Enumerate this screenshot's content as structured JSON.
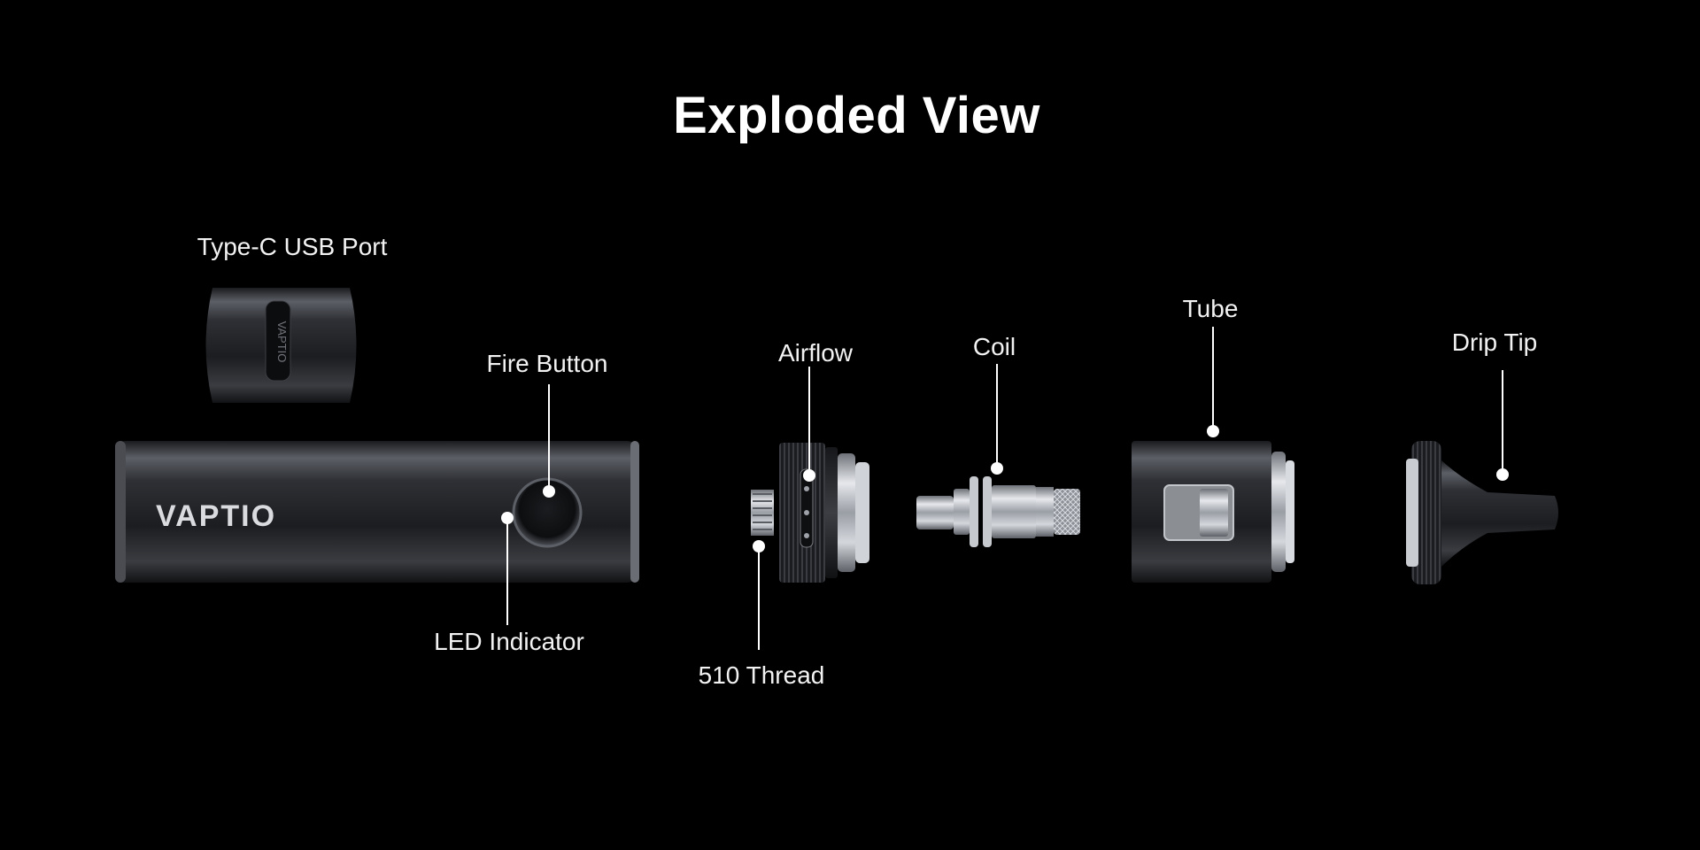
{
  "title": "Exploded View",
  "brand": "VAPTIO",
  "labels": {
    "usb_port": "Type-C USB Port",
    "fire_button": "Fire Button",
    "led_indicator": "LED Indicator",
    "airflow": "Airflow",
    "thread_510": "510 Thread",
    "coil": "Coil",
    "tube": "Tube",
    "drip_tip": "Drip Tip"
  },
  "colors": {
    "background": "#000000",
    "label": "#f2f2f2",
    "callout": "#ffffff",
    "body": "#2a2c30",
    "metal": "#b8bcc2"
  }
}
